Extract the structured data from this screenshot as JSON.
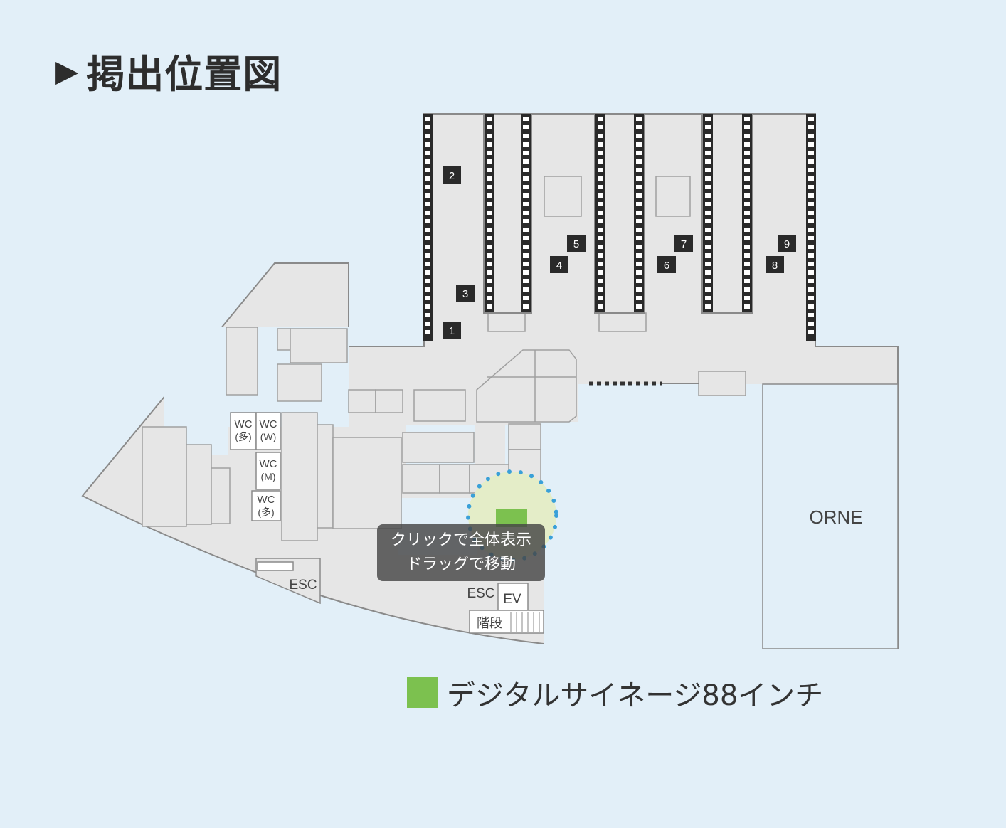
{
  "title": {
    "marker": "▶",
    "text": "掲出位置図"
  },
  "colors": {
    "background": "#e2eff8",
    "building": "#e6e6e6",
    "outline": "#888888",
    "signage": "#7cc14f",
    "highlight_ring": "#3aa0d8"
  },
  "platforms": [
    "1",
    "2",
    "3",
    "4",
    "5",
    "6",
    "7",
    "8",
    "9"
  ],
  "area_labels": {
    "orne": "ORNE",
    "wc_multi_1_a": "WC",
    "wc_multi_1_b": "(多)",
    "wc_women_a": "WC",
    "wc_women_b": "(W)",
    "wc_men_a": "WC",
    "wc_men_b": "(M)",
    "wc_multi_2_a": "WC",
    "wc_multi_2_b": "(多)",
    "esc_left": "ESC",
    "esc_right": "ESC",
    "ev": "EV",
    "stairs": "階段"
  },
  "legend": {
    "label": "デジタルサイネージ88インチ"
  },
  "tooltip": {
    "line1": "クリックで全体表示",
    "line2": "ドラッグで移動"
  }
}
